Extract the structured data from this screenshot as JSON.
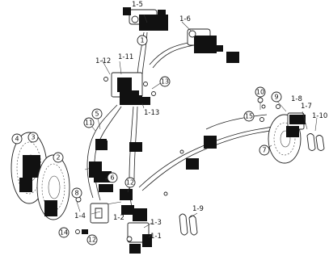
{
  "diagram": {
    "callouts": {
      "c1": "1",
      "c2": "2",
      "c3": "3",
      "c4": "4",
      "c5": "5",
      "c6": "6",
      "c7": "7",
      "c8": "8",
      "c9": "9",
      "c10": "10",
      "c11": "11",
      "c12a": "12",
      "c12b": "12",
      "c13": "13",
      "c14": "14",
      "c15": "15"
    },
    "labels": {
      "l1_1": "1-1",
      "l1_2": "1-2",
      "l1_3": "1-3",
      "l1_4": "1-4",
      "l1_5": "1-5",
      "l1_6": "1-6",
      "l1_7": "1-7",
      "l1_8": "1-8",
      "l1_9": "1-9",
      "l1_10": "1-10",
      "l1_11": "1-11",
      "l1_12": "1-12",
      "l1_13": "1-13"
    }
  }
}
